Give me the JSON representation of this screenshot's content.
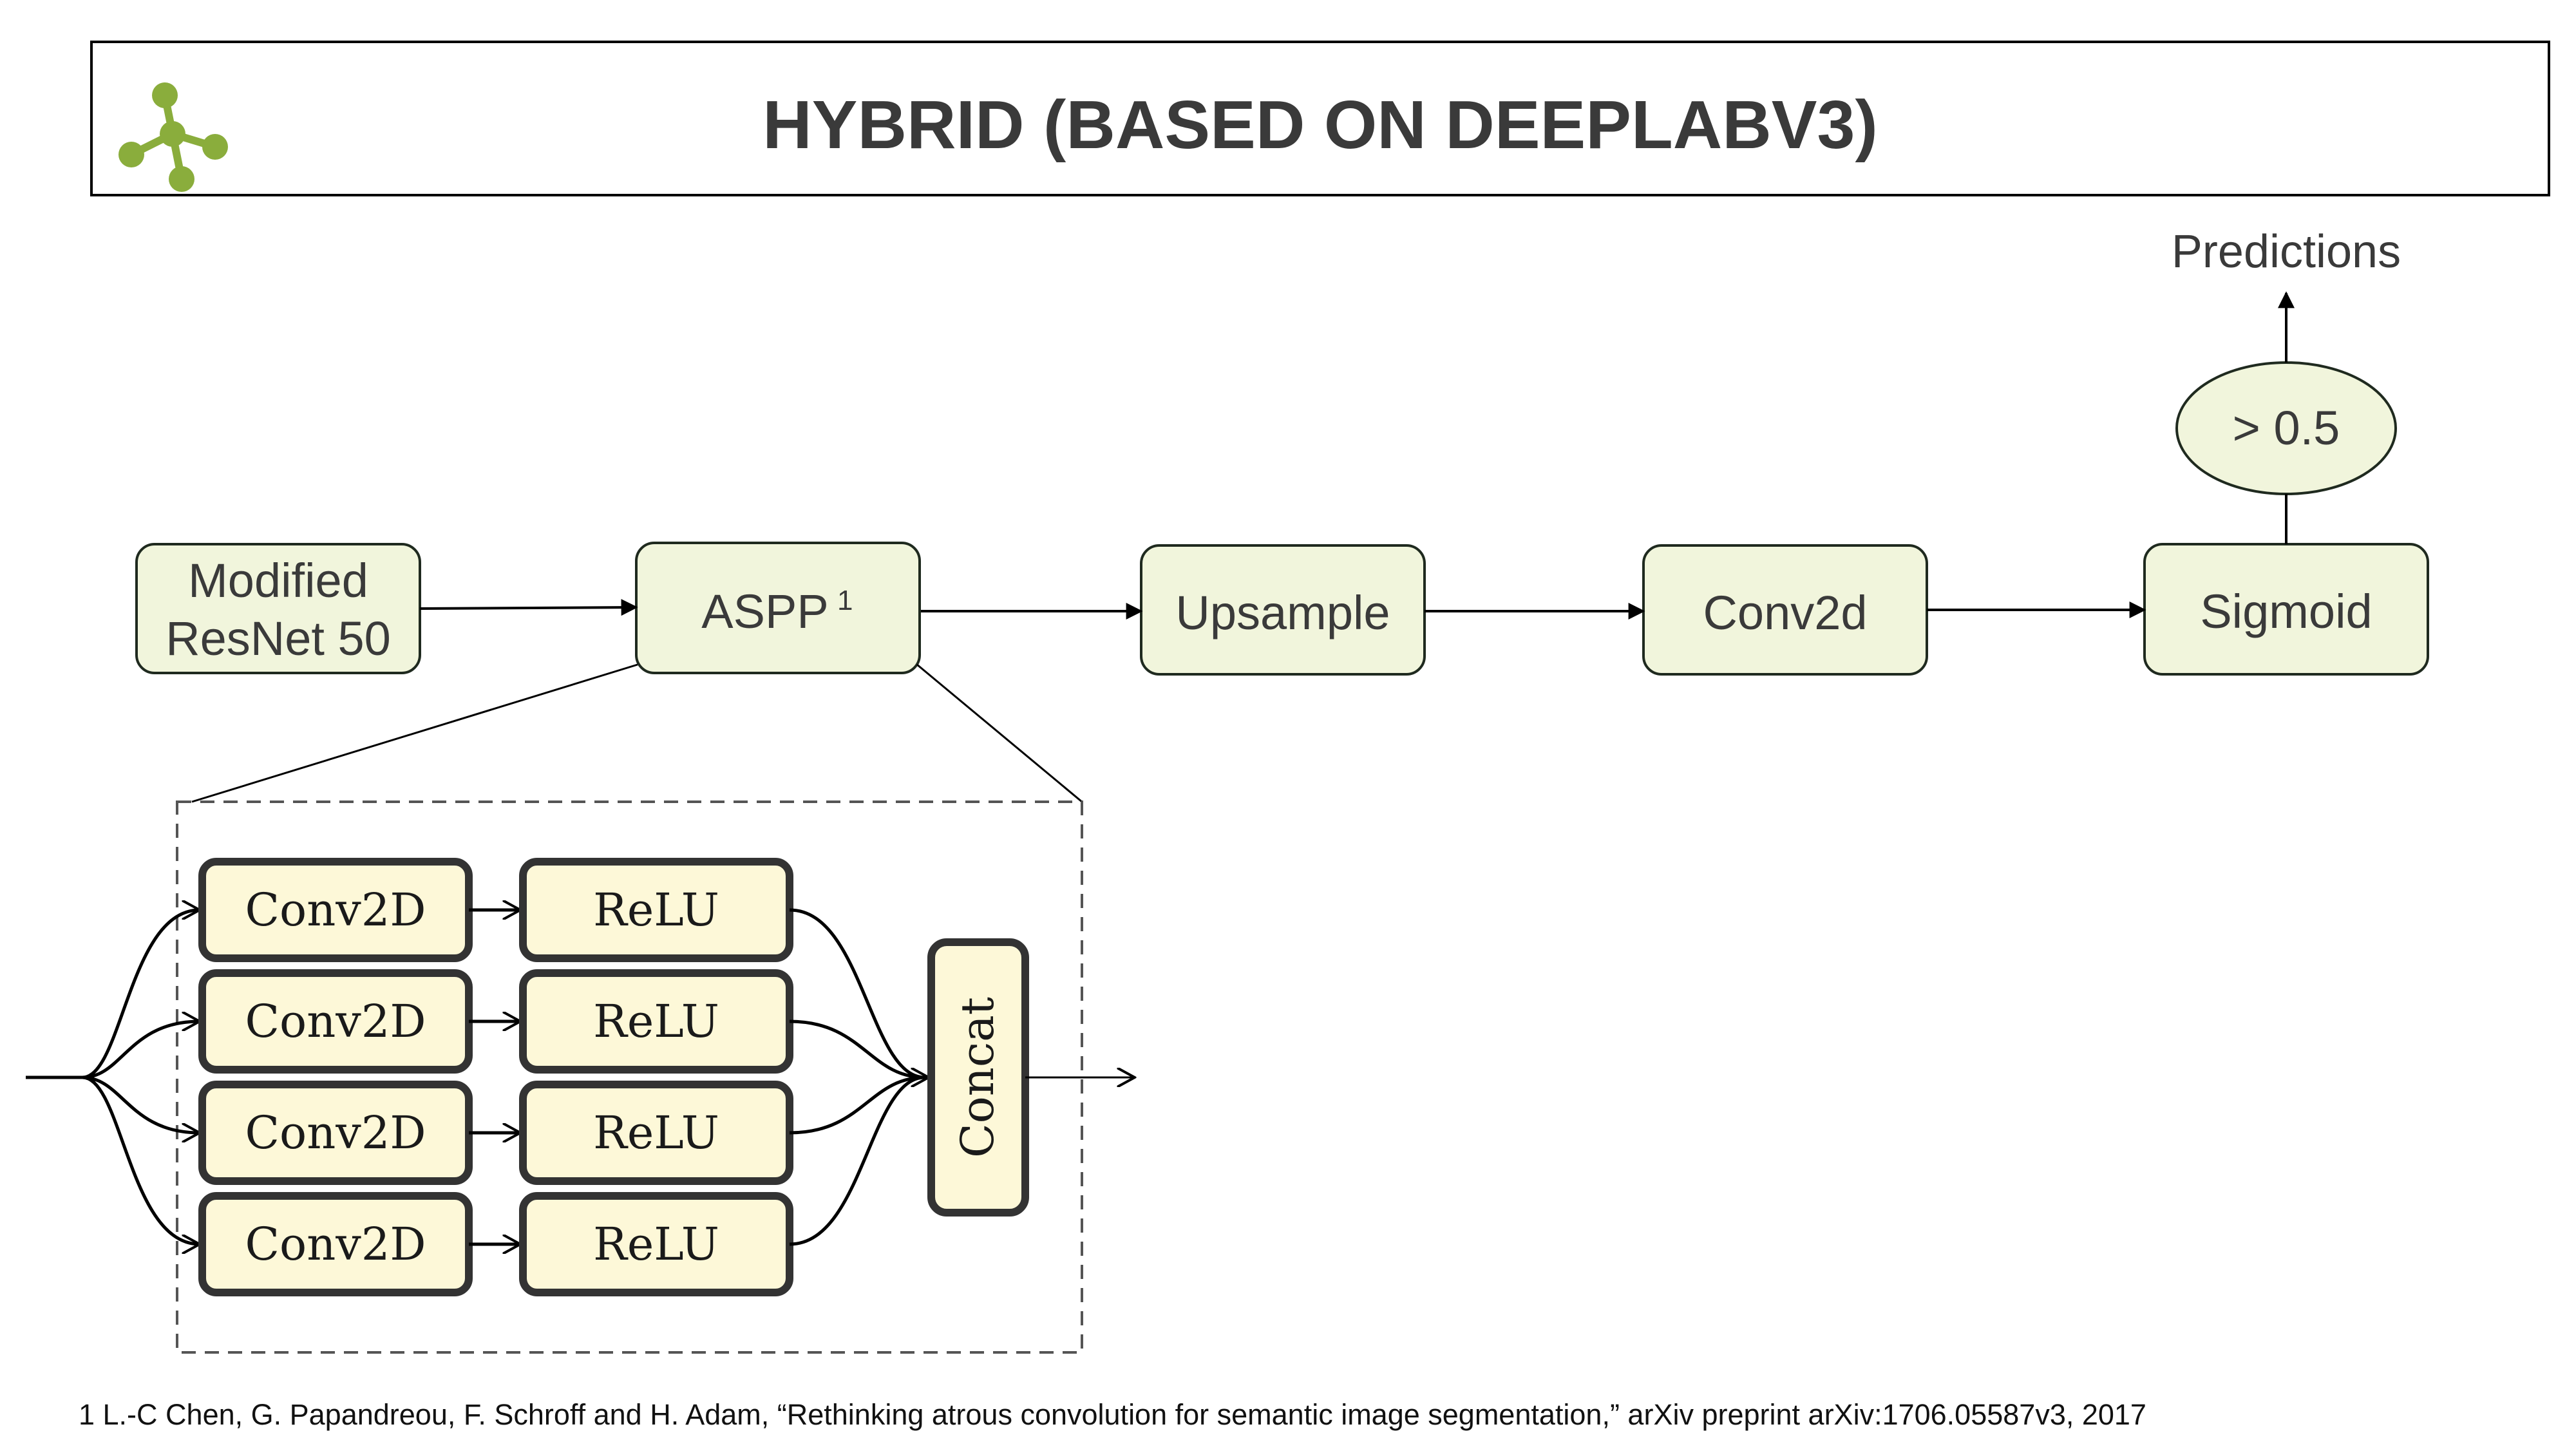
{
  "title": "HYBRID (BASED ON DEEPLABV3)",
  "logo_icon": "molecule-icon",
  "colors": {
    "accent_green": "#8aad3c",
    "node_fill": "#f1f5dc",
    "aspp_fill": "#fdf8d8",
    "text": "#3a3a3a"
  },
  "pipeline": {
    "resnet_line1": "Modified",
    "resnet_line2": "ResNet 50",
    "aspp": "ASPP",
    "aspp_sup": "1",
    "upsample": "Upsample",
    "conv2d": "Conv2d",
    "sigmoid": "Sigmoid",
    "threshold": "> 0.5",
    "output": "Predictions"
  },
  "aspp_detail": {
    "branches": [
      {
        "conv": "Conv2D",
        "act": "ReLU"
      },
      {
        "conv": "Conv2D",
        "act": "ReLU"
      },
      {
        "conv": "Conv2D",
        "act": "ReLU"
      },
      {
        "conv": "Conv2D",
        "act": "ReLU"
      }
    ],
    "merge": "Concat"
  },
  "footnote": "1 L.-C Chen, G. Papandreou, F. Schroff and H. Adam, “Rethinking atrous convolution for semantic image segmentation,” arXiv preprint arXiv:1706.05587v3, 2017"
}
